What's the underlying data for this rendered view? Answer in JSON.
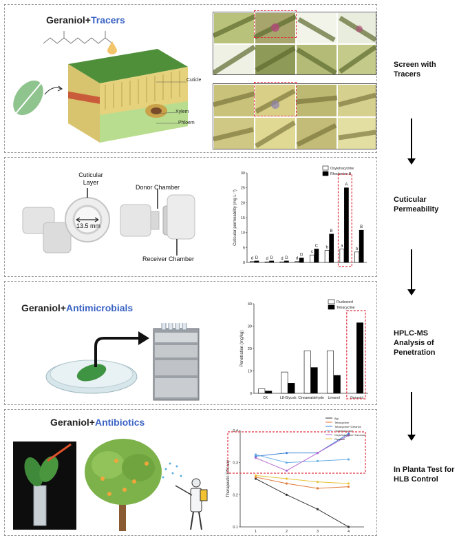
{
  "panels": {
    "tracers": {
      "heading_part1": "Geraniol+",
      "heading_part2": "Tracers",
      "leaf_labels": {
        "cuticle": "Cuticle",
        "xylem": "Xylem",
        "phloem": "Phloem"
      }
    },
    "permeability": {
      "cuticular_layer": "Cuticular\nLayer",
      "measure": "13.5 mm",
      "donor": "Donor Chamber",
      "receiver": "Receiver Chamber"
    },
    "antimicrobials": {
      "heading_part1": "Geraniol+",
      "heading_part2": "Antimicrobials"
    },
    "antibiotics": {
      "heading_part1": "Geraniol+",
      "heading_part2": "Antibiotics"
    }
  },
  "steps": [
    {
      "label": "Screen with\nTracers"
    },
    {
      "label": "Cuticular\nPermeability"
    },
    {
      "label": "HPLC-MS\nAnalysis of\nPenetration"
    },
    {
      "label": "In Planta Test for\nHLB Control"
    }
  ],
  "colors": {
    "accent_blue": "#3a63c4",
    "highlight_red": "#e0303f"
  },
  "chart_data": [
    {
      "type": "bar",
      "ylabel": "Cuticular permeability (mg L⁻¹)",
      "ylim": [
        0,
        30
      ],
      "yticks": [
        0,
        5,
        10,
        15,
        20,
        25,
        30
      ],
      "series": [
        {
          "name": "Oxytetracycline",
          "values": [
            0.3,
            0.2,
            0.2,
            0.3,
            2.5,
            4.0,
            4.5,
            3.5
          ]
        },
        {
          "name": "Rhodamine B",
          "values": [
            0.5,
            0.5,
            0.5,
            1.5,
            4.5,
            9.5,
            25.0,
            10.8
          ]
        }
      ],
      "letters_a": [
        "d",
        "d",
        "d",
        "d",
        "c",
        "b",
        "a",
        "b"
      ],
      "letters_b": [
        "D",
        "D",
        "D",
        "D",
        "C",
        "B",
        "A",
        "B"
      ]
    },
    {
      "type": "bar",
      "ylabel": "Penetration (mg/kg)",
      "ylim": [
        0,
        40
      ],
      "yticks": [
        0,
        10,
        20,
        30,
        40
      ],
      "categories": [
        "CK",
        "L8-Glycols",
        "Cinnamaldehyde",
        "Limonol",
        "Geraniol"
      ],
      "series": [
        {
          "name": "Fludioxonil",
          "values": [
            2,
            9.5,
            19,
            19,
            0
          ]
        },
        {
          "name": "Tetracycline",
          "values": [
            1,
            4.5,
            11.5,
            8,
            31.5
          ]
        }
      ]
    },
    {
      "type": "line",
      "ylabel": "Therapeutic Efficacy",
      "ylim": [
        0.1,
        0.4
      ],
      "yticks": [
        0.1,
        0.2,
        0.3,
        0.4
      ],
      "x": [
        1,
        2,
        3,
        4
      ],
      "series": [
        {
          "name": "Bgl",
          "values": [
            0.25,
            0.2,
            0.155,
            0.1
          ]
        },
        {
          "name": "Tetracycline",
          "values": [
            0.255,
            0.235,
            0.22,
            0.225
          ]
        },
        {
          "name": "Tetracycline+Geraniol",
          "values": [
            0.32,
            0.33,
            0.33,
            0.39
          ]
        },
        {
          "name": "Oxytetracycline",
          "values": [
            0.325,
            0.3,
            0.305,
            0.31
          ]
        },
        {
          "name": "Oxytetracycline+Geraniol",
          "values": [
            0.315,
            0.275,
            0.33,
            0.385
          ]
        },
        {
          "name": "Geraniol",
          "values": [
            0.26,
            0.25,
            0.24,
            0.235
          ]
        }
      ]
    }
  ]
}
